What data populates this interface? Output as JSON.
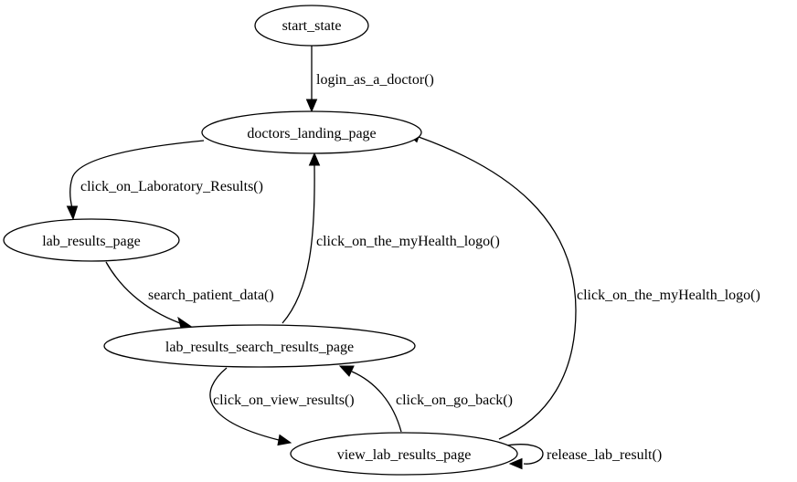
{
  "diagram": {
    "nodes": {
      "start_state": "start_state",
      "doctors_landing_page": "doctors_landing_page",
      "lab_results_page": "lab_results_page",
      "lab_results_search_results_page": "lab_results_search_results_page",
      "view_lab_results_page": "view_lab_results_page"
    },
    "edges": {
      "login": "login_as_a_doctor()",
      "lab_results": "click_on_Laboratory_Results()",
      "search": "search_patient_data()",
      "logo_from_search": "click_on_the_myHealth_logo()",
      "logo_from_view": "click_on_the_myHealth_logo()",
      "view_results": "click_on_view_results()",
      "go_back": "click_on_go_back()",
      "release": "release_lab_result()"
    }
  }
}
